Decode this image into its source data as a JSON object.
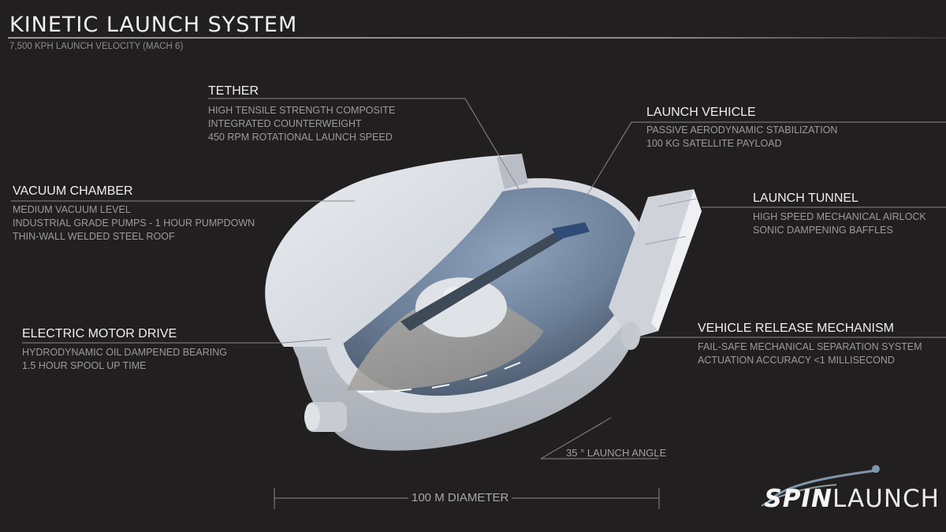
{
  "header": {
    "title": "KINETIC LAUNCH SYSTEM",
    "subtitle": "7,500 KPH LAUNCH VELOCITY (MACH 6)"
  },
  "callouts": {
    "tether": {
      "title": "TETHER",
      "lines": [
        "HIGH TENSILE STRENGTH COMPOSITE",
        "INTEGRATED COUNTERWEIGHT",
        "450 RPM ROTATIONAL LAUNCH SPEED"
      ]
    },
    "launch_vehicle": {
      "title": "LAUNCH VEHICLE",
      "lines": [
        "PASSIVE AERODYNAMIC STABILIZATION",
        "100 KG SATELLITE PAYLOAD"
      ]
    },
    "vacuum_chamber": {
      "title": "VACUUM CHAMBER",
      "lines": [
        "MEDIUM VACUUM LEVEL",
        "INDUSTRIAL GRADE PUMPS - 1 HOUR PUMPDOWN",
        "THIN-WALL WELDED STEEL ROOF"
      ]
    },
    "launch_tunnel": {
      "title": "LAUNCH TUNNEL",
      "lines": [
        "HIGH SPEED MECHANICAL AIRLOCK",
        "SONIC DAMPENING BAFFLES"
      ]
    },
    "electric_motor_drive": {
      "title": "ELECTRIC MOTOR DRIVE",
      "lines": [
        "HYDRODYNAMIC OIL DAMPENED BEARING",
        "1.5 HOUR SPOOL UP TIME"
      ]
    },
    "vehicle_release": {
      "title": "VEHICLE RELEASE MECHANISM",
      "lines": [
        "FAIL-SAFE MECHANICAL SEPARATION SYSTEM",
        "ACTUATION ACCURACY <1 MILLISECOND"
      ]
    }
  },
  "dimensions": {
    "launch_angle": "35 ° LAUNCH ANGLE",
    "diameter": "100 M DIAMETER"
  },
  "logo": {
    "bold_part": "SPIN",
    "light_part": "LAUNCH",
    "accent_color": "#7f96ad"
  },
  "colors": {
    "background": "#221f20",
    "title_text": "#efefef",
    "detail_text": "#9b9b9b",
    "rule": "#7d7d7d",
    "structure": "#d9dde3",
    "chamber_interior": "#6f86a3"
  }
}
